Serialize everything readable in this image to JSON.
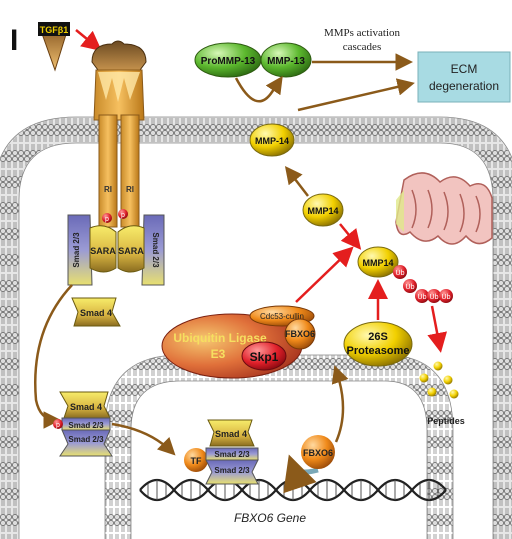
{
  "panel_label": "I",
  "ligand": "TGFβ1",
  "receptor_labels": [
    "RI",
    "RI"
  ],
  "phospho": "p",
  "sara": "SARA",
  "smad23": "Smad 2/3",
  "smad4": "Smad 4",
  "ubiquitin_ligase": [
    "Ubiquitin Ligase",
    "E3"
  ],
  "cdc53": "Cdc53-cullin",
  "fbxo6": "FBXO6",
  "skp1": "Skp1",
  "tf": "TF",
  "gene_label": "FBXO6 Gene",
  "prommp13": "ProMMP-13",
  "mmp13": "MMP-13",
  "mmp14": "MMP-14",
  "mmp14b": "MMP14",
  "mmps_activation": [
    "MMPs activation",
    "cascades"
  ],
  "ecm": [
    "ECM",
    "degeneration"
  ],
  "ub": "Ub",
  "proteasome": [
    "26S",
    "Proteasome"
  ],
  "peptides": "Peptides",
  "colors": {
    "membrane_head": "#e8e8e8",
    "arrow_red": "#e41e1e",
    "arrow_brown": "#8b5a1a",
    "ecm_box": "#a8dbe3",
    "green_node": "#5cb82e",
    "yellow_node": "#f2d000",
    "ub_red": "#e0202a"
  }
}
